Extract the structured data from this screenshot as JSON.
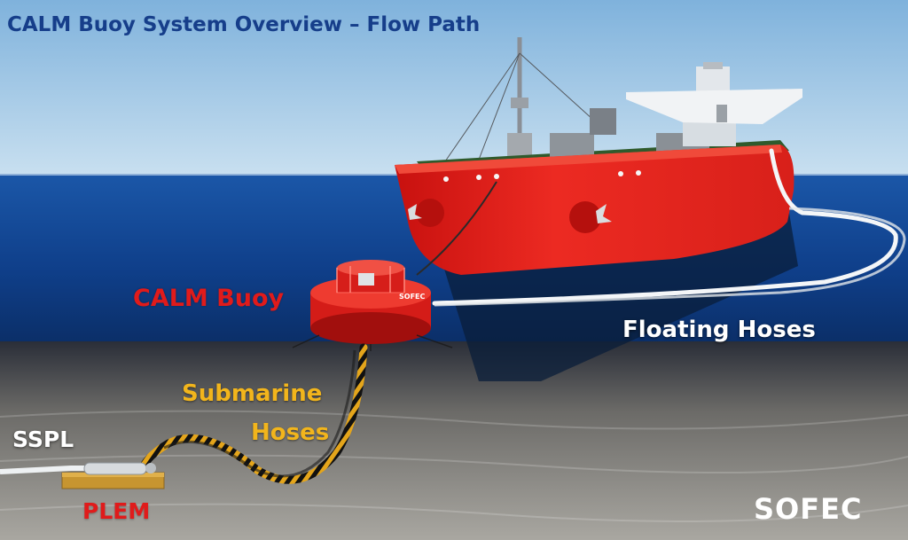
{
  "title": "CALM Buoy System Overview – Flow Path",
  "labels": {
    "calm_buoy": "CALM Buoy",
    "floating_hoses": "Floating Hoses",
    "submarine_line1": "Submarine",
    "submarine_line2": "Hoses",
    "sspl": "SSPL",
    "plem": "PLEM"
  },
  "logo_text": "SOFEC",
  "buoy_marking": "SOFEC",
  "colors": {
    "title": "#163e8a",
    "buoy_label": "#e01b1b",
    "plem_label": "#e01b1b",
    "submarine_label": "#f2b51c",
    "hull": "#e31d1a",
    "deck": "#2f5a2c",
    "sea": "#0d3f8c",
    "sky": "#a9cde8",
    "seabed": "#8c8b86"
  }
}
